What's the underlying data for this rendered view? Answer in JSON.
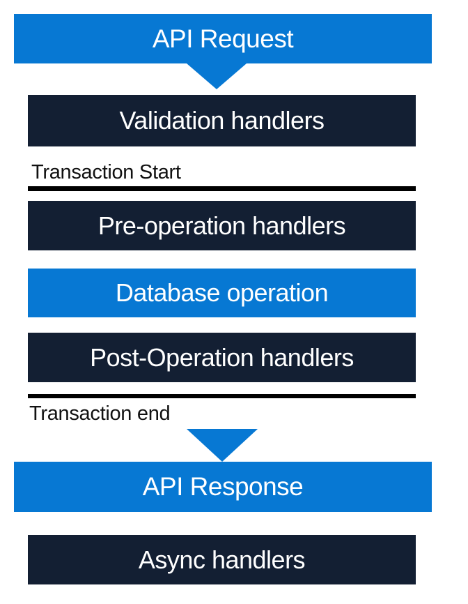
{
  "colors": {
    "accent_blue": "#0778D3",
    "dark_navy": "#131F33",
    "divider_black": "#000000",
    "text_on_boxes": "#FFFFFF",
    "text_labels": "#111111"
  },
  "nodes": {
    "api_request": "API Request",
    "validation_handlers": "Validation handlers",
    "transaction_start": "Transaction Start",
    "pre_operation_handlers": "Pre-operation handlers",
    "database_operation": "Database operation",
    "post_operation_handlers": "Post-Operation handlers",
    "transaction_end": "Transaction end",
    "api_response": "API Response",
    "async_handlers": "Async handlers"
  }
}
